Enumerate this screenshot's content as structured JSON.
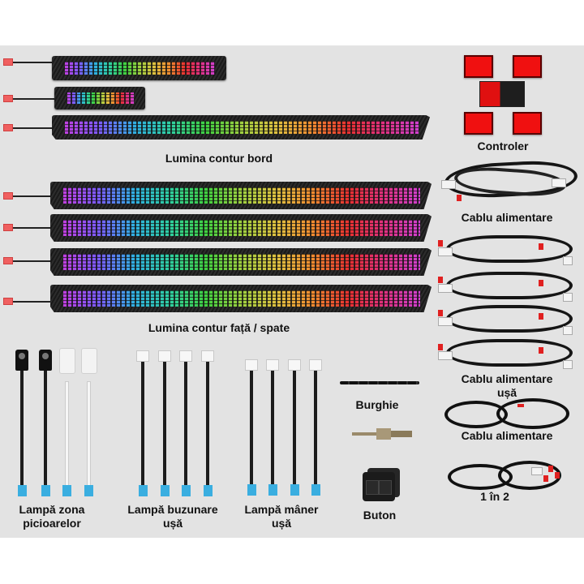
{
  "product_sheet": {
    "background_color": "#e3e3e3",
    "sections": {
      "dashboard_light": {
        "label": "Lumina contur bord",
        "count": 3
      },
      "front_rear_light": {
        "label": "Lumina contur față / spate",
        "count": 4
      },
      "controller": {
        "label": "Controler",
        "count": 5
      },
      "power_cable": {
        "label": "Cablu alimentare"
      },
      "door_power_cable": {
        "label_line1": "Cablu alimentare",
        "label_line2": "ușă",
        "count": 4
      },
      "footwell_lamp": {
        "label_line1": "Lampă zona",
        "label_line2": "picioarelor",
        "count": 4
      },
      "door_pocket_lamp": {
        "label_line1": "Lampă buzunare",
        "label_line2": "ușă",
        "count": 4
      },
      "door_handle_lamp": {
        "label_line1": "Lampă mâner",
        "label_line2": "ușă",
        "count": 4
      },
      "drill_bits": {
        "label": "Burghie"
      },
      "button": {
        "label": "Buton"
      },
      "power_cable_2": {
        "label": "Cablu alimentare"
      },
      "splitter": {
        "label": "1 în 2"
      }
    },
    "colors": {
      "led_gradient": [
        "#c040e0",
        "#7a5cff",
        "#2fb0e0",
        "#2fd0a0",
        "#40d040",
        "#a0d040",
        "#e0c040",
        "#f08a30",
        "#e83030",
        "#e03080",
        "#d040d0"
      ],
      "plug": "#f06060",
      "controller": "#f01010",
      "lamp_connector": "#3aaee0"
    }
  }
}
